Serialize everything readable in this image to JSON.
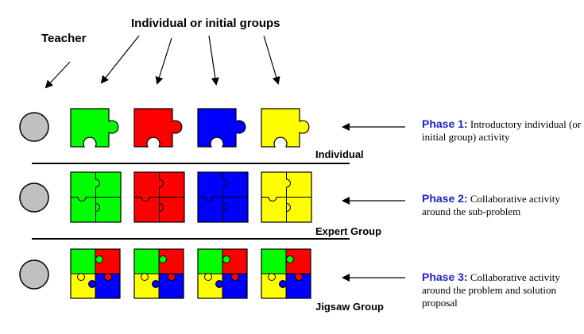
{
  "labels": {
    "teacher": "Teacher",
    "groups_heading": "Individual or initial groups",
    "row1_caption": "Individual",
    "row2_caption": "Expert Group",
    "row3_caption": "Jigsaw Group"
  },
  "phases": [
    {
      "title": "Phase 1:",
      "text": "Introductory individual (or initial group) activity"
    },
    {
      "title": "Phase 2:",
      "text": "Collaborative activity around the sub-problem"
    },
    {
      "title": "Phase 3:",
      "text": "Collaborative activity around the problem and solution proposal"
    }
  ],
  "colors": {
    "green": "#00ff00",
    "red": "#ff0000",
    "blue": "#0000ff",
    "yellow": "#ffff00",
    "teacher_circle": "#c0c0c0",
    "phase_title": "#1f22c8"
  },
  "groups": [
    "green",
    "red",
    "blue",
    "yellow"
  ]
}
